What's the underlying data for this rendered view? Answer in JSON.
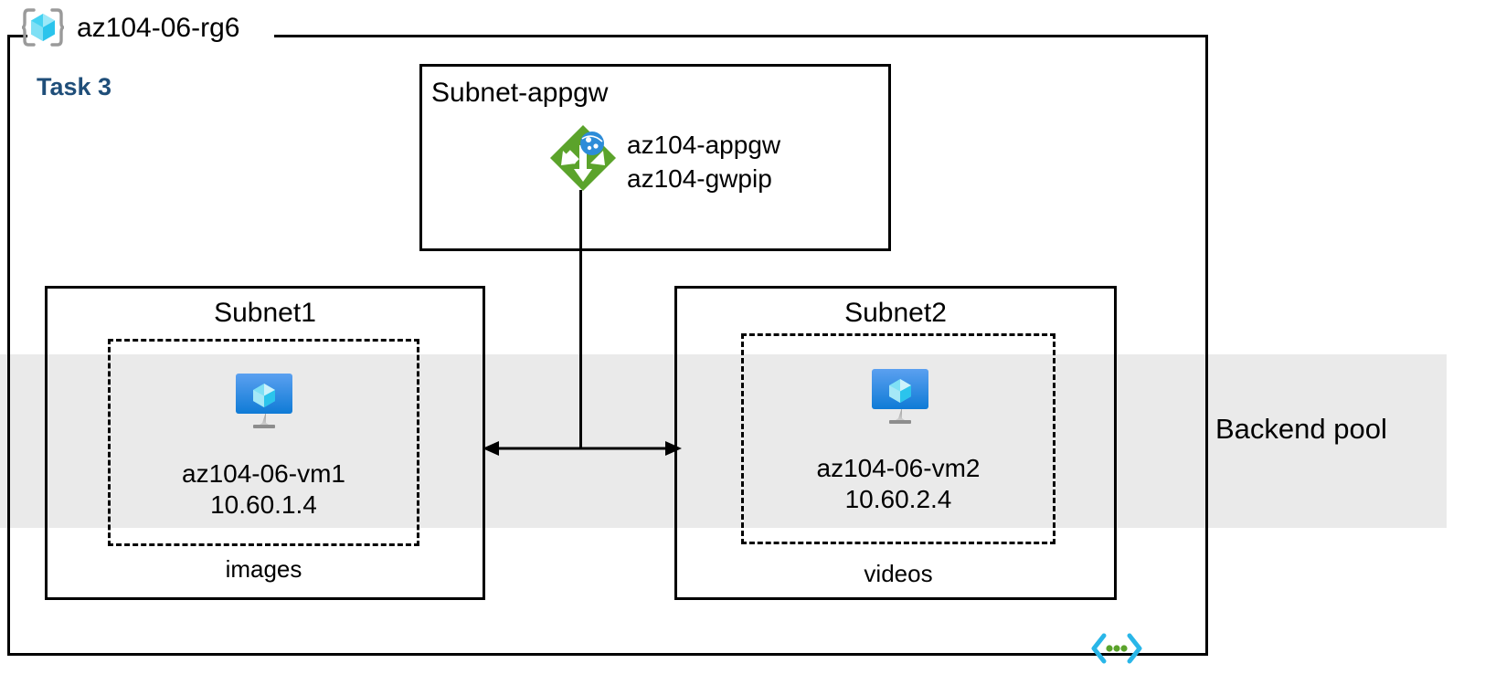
{
  "diagram": {
    "resource_group": {
      "name": "az104-06-rg6",
      "icon": "resource-group-cube-icon"
    },
    "task_label": "Task 3",
    "backend_pool": {
      "label": "Backend pool",
      "color": "#eaeaea"
    },
    "code_icon": {
      "name": "code-brackets-icon",
      "bracket_color": "#29B6E8",
      "dot_color": "#5BA32B"
    },
    "subnets": [
      {
        "id": "subnet-appgw",
        "title": "Subnet-appgw",
        "resources": [
          {
            "icon": "application-gateway-icon",
            "icon_color": "#5BA32B",
            "globe_color": "#2D8CD8",
            "name": "az104-appgw",
            "public_ip": "az104-gwpip"
          }
        ]
      },
      {
        "id": "subnet1",
        "title": "Subnet1",
        "inner_caption": "images",
        "vm": {
          "icon": "virtual-machine-icon",
          "icon_color": "#1E88E5",
          "name": "az104-06-vm1",
          "ip": "10.60.1.4"
        }
      },
      {
        "id": "subnet2",
        "title": "Subnet2",
        "inner_caption": "videos",
        "vm": {
          "icon": "virtual-machine-icon",
          "icon_color": "#1E88E5",
          "name": "az104-06-vm2",
          "ip": "10.60.2.4"
        }
      }
    ],
    "connectors": [
      {
        "name": "appgw-to-backend-vertical",
        "type": "line"
      },
      {
        "name": "subnet1-subnet2-bidirectional",
        "type": "double-arrow"
      }
    ]
  }
}
